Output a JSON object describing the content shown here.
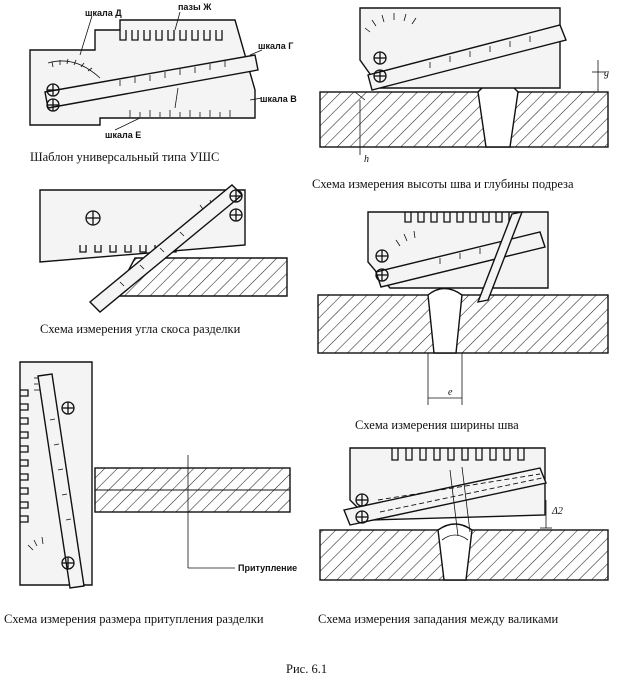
{
  "labels": {
    "scale_d": "шкала Д",
    "grooves_zh": "пазы Ж",
    "scale_g": "шкала Г",
    "scale_v": "шкала В",
    "scale_e": "шкала Е",
    "g": "g",
    "h": "h",
    "e": "e",
    "blunting": "Притупление",
    "delta2": "Δ2"
  },
  "captions": {
    "panel1": "Шаблон универсальный типа УШС",
    "panel2": "Схема измерения высоты шва и глубины подреза",
    "panel3": "Схема измерения угла скоса разделки",
    "panel4": "Схема измерения ширины шва",
    "panel5": "Схема измерения размера притупления разделки",
    "panel6": "Схема измерения западания между валиками"
  },
  "figure_label": "Рис. 6.1"
}
